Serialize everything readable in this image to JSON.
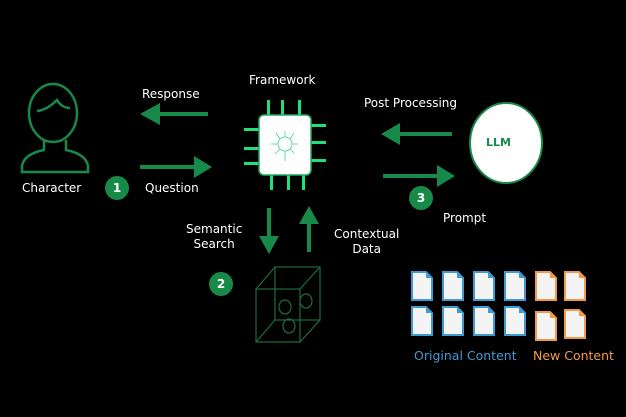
{
  "nodes": {
    "character": "Character",
    "framework": "Framework",
    "llm": "LLM"
  },
  "edges": {
    "response": "Response",
    "question": "Question",
    "post_processing": "Post Processing",
    "prompt": "Prompt",
    "semantic_search": "Semantic\nSearch",
    "contextual_data": "Contextual\nData"
  },
  "steps": [
    "1",
    "2",
    "3"
  ],
  "legend": {
    "original": "Original Content",
    "new": "New Content"
  },
  "colors": {
    "arrow_green": "#178a4a",
    "chip_green": "#1fe07a",
    "original_blue": "#3d9bd1",
    "new_orange": "#f29a4a"
  }
}
